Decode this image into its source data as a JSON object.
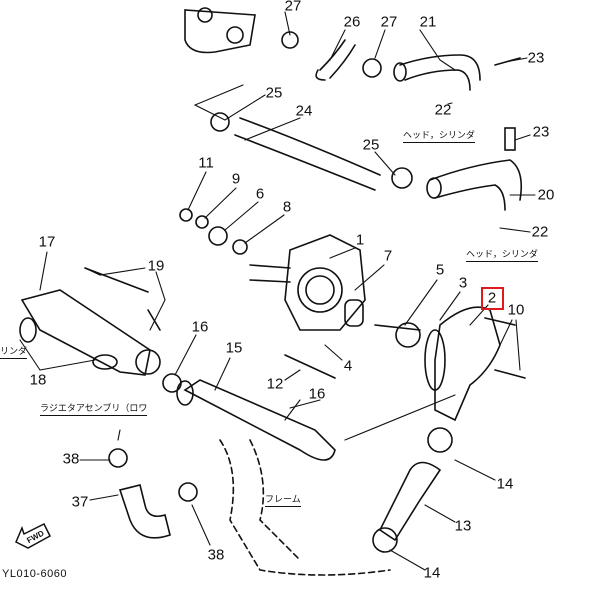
{
  "diagram_code": "YL010-6060",
  "highlight_color": "#e0191d",
  "highlighted_part": "2",
  "callouts": [
    {
      "id": "c27a",
      "label": "27"
    },
    {
      "id": "c26",
      "label": "26"
    },
    {
      "id": "c27b",
      "label": "27"
    },
    {
      "id": "c21",
      "label": "21"
    },
    {
      "id": "c23a",
      "label": "23"
    },
    {
      "id": "c22a",
      "label": "22"
    },
    {
      "id": "c25a",
      "label": "25"
    },
    {
      "id": "c24",
      "label": "24"
    },
    {
      "id": "c23b",
      "label": "23"
    },
    {
      "id": "c25b",
      "label": "25"
    },
    {
      "id": "c20",
      "label": "20"
    },
    {
      "id": "c22b",
      "label": "22"
    },
    {
      "id": "c11",
      "label": "11"
    },
    {
      "id": "c9",
      "label": "9"
    },
    {
      "id": "c6",
      "label": "6"
    },
    {
      "id": "c8",
      "label": "8"
    },
    {
      "id": "c1",
      "label": "1"
    },
    {
      "id": "c7",
      "label": "7"
    },
    {
      "id": "c5",
      "label": "5"
    },
    {
      "id": "c3",
      "label": "3"
    },
    {
      "id": "c2",
      "label": "2"
    },
    {
      "id": "c10",
      "label": "10"
    },
    {
      "id": "c17",
      "label": "17"
    },
    {
      "id": "c19",
      "label": "19"
    },
    {
      "id": "c16a",
      "label": "16"
    },
    {
      "id": "c15",
      "label": "15"
    },
    {
      "id": "c12",
      "label": "12"
    },
    {
      "id": "c4",
      "label": "4"
    },
    {
      "id": "c16b",
      "label": "16"
    },
    {
      "id": "c18",
      "label": "18"
    },
    {
      "id": "c38a",
      "label": "38"
    },
    {
      "id": "c37",
      "label": "37"
    },
    {
      "id": "c14a",
      "label": "14"
    },
    {
      "id": "c13",
      "label": "13"
    },
    {
      "id": "c38b",
      "label": "38"
    },
    {
      "id": "c14b",
      "label": "14"
    }
  ],
  "notes": {
    "head_cylinder_1": "ヘッド，シリンダ",
    "head_cylinder_2": "ヘッド，シリンダ",
    "cylinder_left": "リンダ",
    "radiator_lower": "ラジエタアセンブリ（ロワ",
    "frame": "フレーム"
  },
  "fwd_label": "FWD"
}
